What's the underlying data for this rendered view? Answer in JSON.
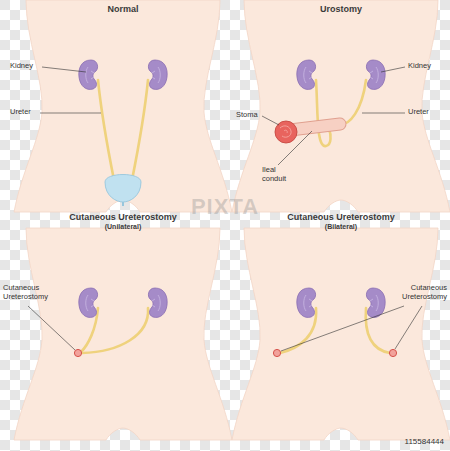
{
  "diagram": {
    "labels": [
      "Normal",
      "Kidney",
      "Ureter",
      "Urostomy",
      "Kidney",
      "Stoma",
      "Ureter",
      "Ileal conduit",
      "Cutaneous Ureterostomy",
      "(Unilateral)",
      "Cutaneous Ureterostomy",
      "Cutaneous Ureterostomy",
      "(Bilateral)",
      "Cutaneous Ureterostomy",
      "PIXTA",
      "115584444"
    ]
  }
}
